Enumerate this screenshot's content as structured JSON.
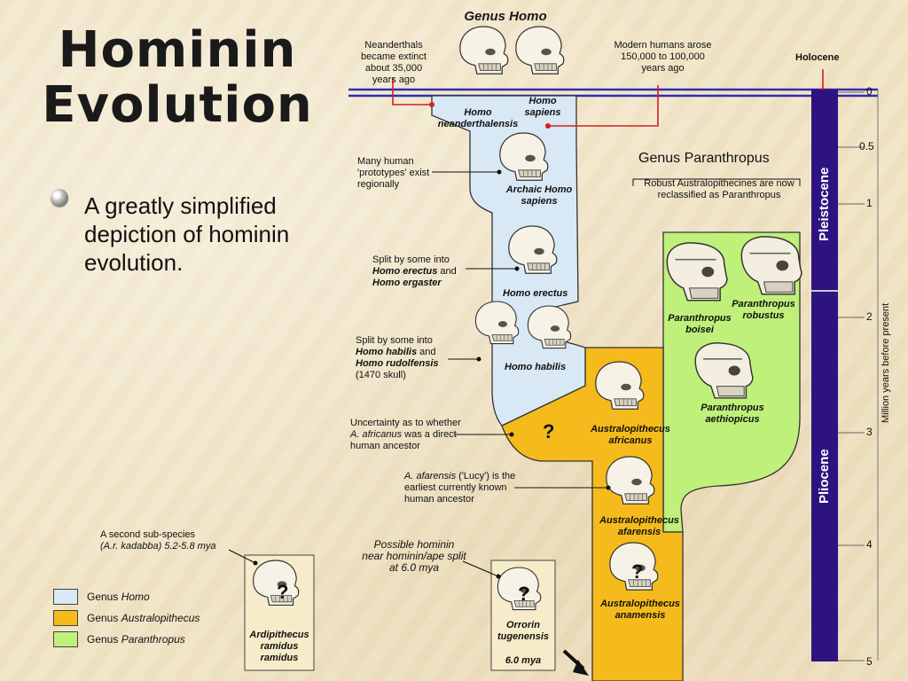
{
  "slide": {
    "title_line1": "Hominin",
    "title_line2": "Evolution",
    "bullet": "A greatly simplified depiction of hominin evolution."
  },
  "diagram": {
    "genus_homo_header": "Genus Homo",
    "genus_paranthropus_header": "Genus Paranthropus",
    "paranthropus_note": "Robust Australopithecines are now reclassified as Paranthropus",
    "neanderthal_note": "Neanderthals became extinct about 35,000 years ago",
    "modern_humans_note": "Modern humans arose 150,000 to 100,000 years ago",
    "homo_sapiens": "Homo sapiens",
    "homo_neanderthalensis": "Homo neanderthalensis",
    "prototypes_note": "Many human 'prototypes' exist regionally",
    "archaic_homo_sapiens": "Archaic Homo sapiens",
    "erectus_split_note_1": "Split by some into",
    "erectus_split_note_2": "Homo erectus",
    "erectus_split_note_3": "and",
    "erectus_split_note_4": "Homo ergaster",
    "homo_erectus": "Homo erectus",
    "habilis_split_note_1": "Split by some into",
    "habilis_split_note_2": "Homo habilis",
    "habilis_split_note_3": "and",
    "habilis_split_note_4": "Homo rudolfensis",
    "habilis_split_note_5": "(1470 skull)",
    "homo_habilis": "Homo habilis",
    "uncertainty_note_1": "Uncertainty as to whether",
    "uncertainty_note_2": "A. africanus",
    "uncertainty_note_3": "was a direct human ancestor",
    "question_mark": "?",
    "australopithecus_africanus": "Australopithecus africanus",
    "paranthropus_boisei": "Paranthropus boisei",
    "paranthropus_robustus": "Paranthropus robustus",
    "paranthropus_aethiopicus": "Paranthropus aethiopicus",
    "lucy_note_1": "A. afarensis",
    "lucy_note_2": "('Lucy') is the earliest currently known human ancestor",
    "australopithecus_afarensis": "Australopithecus afarensis",
    "australopithecus_anamensis": "Australopithecus anamensis",
    "subspecies_note_1": "A second sub-species",
    "subspecies_note_2": "(A.r. kadabba) 5.2-5.8 mya",
    "ardipithecus": "Ardipithecus ramidus ramidus",
    "possible_hominin_note": "Possible hominin near hominin/ape split at 6.0 mya",
    "orrorin": "Orrorin tugenensis",
    "orrorin_date": "6.0 mya",
    "legend": [
      {
        "label_prefix": "Genus ",
        "label_italic": "Homo",
        "color": "#d8e8f4"
      },
      {
        "label_prefix": "Genus ",
        "label_italic": "Australopithecus",
        "color": "#f5bb1c"
      },
      {
        "label_prefix": "Genus ",
        "label_italic": "Paranthropus",
        "color": "#bff07a"
      }
    ]
  },
  "timescale": {
    "holocene": "Holocene",
    "pleistocene": "Pleistocene",
    "pliocene": "Pliocene",
    "axis_label": "Million years before present",
    "ticks": [
      "0",
      "0.5",
      "1",
      "2",
      "3",
      "4",
      "5"
    ]
  },
  "colors": {
    "homo": "#d8e8f4",
    "australopithecus": "#f5bb1c",
    "paranthropus": "#bff07a",
    "timebar": "#2c1380",
    "pointer_red": "#d22020",
    "axis_blue": "#2d2fb0"
  }
}
